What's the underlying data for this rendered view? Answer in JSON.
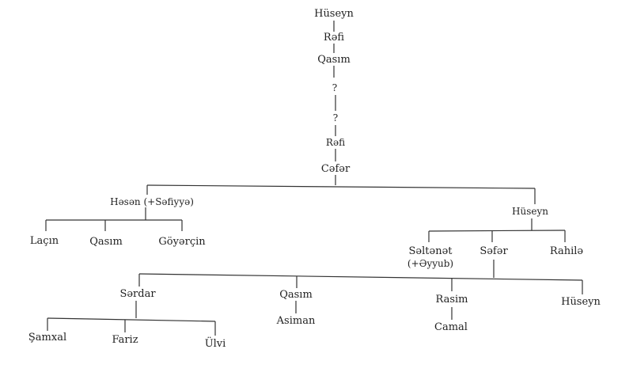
{
  "tree": {
    "n01": "Hüseyn",
    "n02": "Rəfi",
    "n03": "Qasım",
    "n04": "?",
    "n05": "?",
    "n06": "Rəfi",
    "n07": "Cəfər",
    "n08": "Həsən (+Səfiyyə)",
    "n09": "Hüseyn",
    "n10": "Laçın",
    "n11": "Qasım",
    "n12": "Göyərçin",
    "n13": "Səltənət",
    "n13b": "(+Əyyub)",
    "n14": "Səfər",
    "n15": "Rahilə",
    "n16": "Sərdar",
    "n17": "Qasım",
    "n18": "Rasim",
    "n19": "Hüseyn",
    "n20": "Asiman",
    "n21": "Camal",
    "n22": "Şamxal",
    "n23": "Fariz",
    "n24": "Ülvi"
  }
}
